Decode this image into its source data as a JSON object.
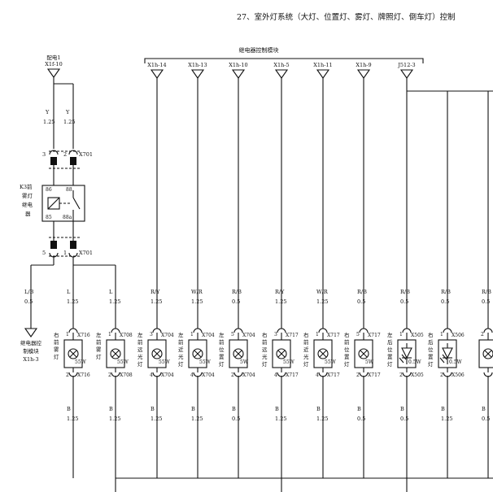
{
  "title": "27、室外灯系统（大灯、位置灯、雾灯、牌照灯、倒车灯）控制",
  "module_label": "继电器控制模块",
  "power": {
    "name": "配电1",
    "code": "X1f-10"
  },
  "relay": {
    "name_lines": [
      "K3前",
      "雾灯",
      "继电",
      "器"
    ],
    "pins": [
      "86",
      "88",
      "85",
      "88a"
    ]
  },
  "left_wires_top": [
    {
      "color": "Y",
      "gauge": "1.25"
    },
    {
      "color": "Y",
      "gauge": "1.25"
    }
  ],
  "connector_upper": {
    "pins": [
      "3",
      "2"
    ],
    "code": "X701"
  },
  "connector_lower": {
    "pins": [
      "5",
      "1"
    ],
    "code": "X701"
  },
  "ground_module": {
    "lines": [
      "继电器控",
      "制模块",
      "X1h-3"
    ]
  },
  "top_pins": [
    "X1h-14",
    "X1h-13",
    "X1h-10",
    "X1h-5",
    "X1h-11",
    "X1h-9",
    "J512-3"
  ],
  "wires_mid": [
    {
      "color": "L/B",
      "gauge": "0.5"
    },
    {
      "color": "L",
      "gauge": "1.25"
    },
    {
      "color": "L",
      "gauge": "1.25"
    },
    {
      "color": "R/Y",
      "gauge": "1.25"
    },
    {
      "color": "W/R",
      "gauge": "1.25"
    },
    {
      "color": "R/B",
      "gauge": "0.5"
    },
    {
      "color": "R/Y",
      "gauge": "1.25"
    },
    {
      "color": "W/R",
      "gauge": "1.25"
    },
    {
      "color": "R/B",
      "gauge": "0.5"
    },
    {
      "color": "R/B",
      "gauge": "0.5"
    },
    {
      "color": "R/B",
      "gauge": "0.5"
    },
    {
      "color": "R/B",
      "gauge": "0.5"
    }
  ],
  "lamps": [
    {
      "name": [
        "右",
        "前",
        "雾",
        "灯"
      ],
      "code_top": "X716",
      "code_bot": "X716",
      "pin_top": "1",
      "pin_bot": "2",
      "watt": "55W",
      "type": "bulb"
    },
    {
      "name": [
        "左",
        "前",
        "雾",
        "灯"
      ],
      "code_top": "X708",
      "code_bot": "X708",
      "pin_top": "1",
      "pin_bot": "2",
      "watt": "55W",
      "type": "bulb"
    },
    {
      "name": [
        "左",
        "前",
        "远",
        "光",
        "灯"
      ],
      "code_top": "X704",
      "code_bot": "X704",
      "pin_top": "3",
      "pin_bot": "4",
      "watt": "55W",
      "type": "bulb"
    },
    {
      "name": [
        "左",
        "前",
        "近",
        "光",
        "灯"
      ],
      "code_top": "X704",
      "code_bot": "X704",
      "pin_top": "1",
      "pin_bot": "4",
      "watt": "55W",
      "type": "bulb"
    },
    {
      "name": [
        "左",
        "前",
        "位",
        "置",
        "灯"
      ],
      "code_top": "X704",
      "code_bot": "X704",
      "pin_top": "5",
      "pin_bot": "2",
      "watt": "5W",
      "type": "bulb"
    },
    {
      "name": [
        "右",
        "前",
        "远",
        "光",
        "灯"
      ],
      "code_top": "X717",
      "code_bot": "X717",
      "pin_top": "3",
      "pin_bot": "4",
      "watt": "55W",
      "type": "bulb"
    },
    {
      "name": [
        "右",
        "前",
        "近",
        "光",
        "灯"
      ],
      "code_top": "X717",
      "code_bot": "X717",
      "pin_top": "1",
      "pin_bot": "4",
      "watt": "55W",
      "type": "bulb"
    },
    {
      "name": [
        "右",
        "前",
        "位",
        "置",
        "灯"
      ],
      "code_top": "X717",
      "code_bot": "X717",
      "pin_top": "5",
      "pin_bot": "2",
      "watt": "5W",
      "type": "bulb"
    },
    {
      "name": [
        "左",
        "后",
        "位",
        "置",
        "灯"
      ],
      "code_top": "X505",
      "code_bot": "X505",
      "pin_top": "1",
      "pin_bot": "2",
      "watt": "0.5W",
      "type": "led"
    },
    {
      "name": [
        "右",
        "后",
        "位",
        "置",
        "灯"
      ],
      "code_top": "X506",
      "code_bot": "X506",
      "pin_top": "1",
      "pin_bot": "2",
      "watt": "0.5W",
      "type": "led"
    },
    {
      "name": [],
      "code_top": "",
      "code_bot": "",
      "pin_top": "2",
      "pin_bot": "",
      "watt": "",
      "type": "bulb"
    }
  ],
  "wires_bottom": [
    {
      "color": "B",
      "gauge": "1.25"
    },
    {
      "color": "B",
      "gauge": "1.25"
    },
    {
      "color": "B",
      "gauge": "1.25"
    },
    {
      "color": "B",
      "gauge": "1.25"
    },
    {
      "color": "B",
      "gauge": "0.5"
    },
    {
      "color": "B",
      "gauge": "1.25"
    },
    {
      "color": "B",
      "gauge": "1.25"
    },
    {
      "color": "B",
      "gauge": "0.5"
    },
    {
      "color": "B",
      "gauge": "0.5"
    },
    {
      "color": "B",
      "gauge": "1.25"
    },
    {
      "color": "B",
      "gauge": "0.5"
    }
  ]
}
